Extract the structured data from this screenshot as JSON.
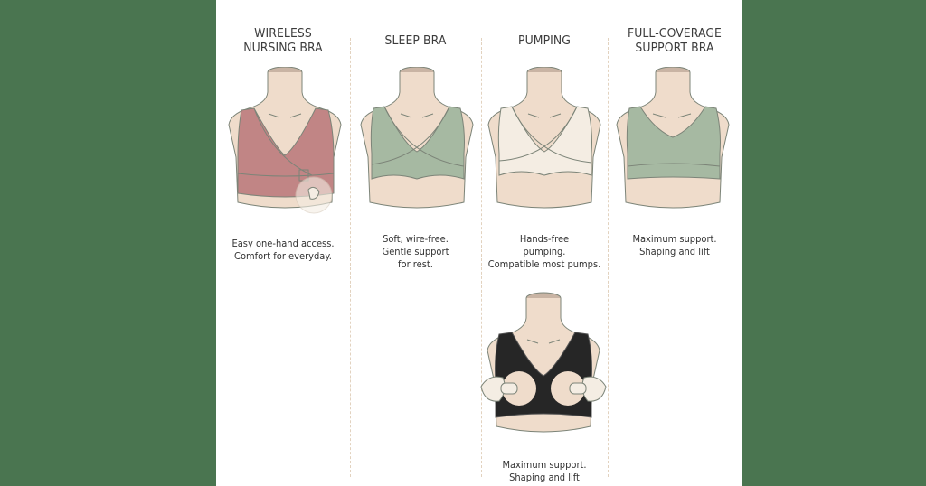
{
  "colors": {
    "background": "#4a7550",
    "panel": "#ffffff",
    "divider": "#e2d2bf",
    "skin": "#efdccb",
    "outline": "#7c8478",
    "rose": "#c18585",
    "sage": "#a6b9a2",
    "cream": "#f4ede3",
    "black": "#262626",
    "text": "#333333"
  },
  "columns": [
    {
      "id": "wireless-nursing",
      "title_lines": [
        "WIRELESS",
        "NURSING BRA"
      ],
      "description_lines": [
        "Easy one-hand access.",
        "Comfort for everyday."
      ],
      "illustration": "rose wrap nursing bra with front clasp and hand detail",
      "icon": "nursing-bra-icon"
    },
    {
      "id": "sleep",
      "title_lines": [
        "SLEEP BRA"
      ],
      "description_lines": [
        "Soft, wire-free.",
        "Gentle support",
        "for rest."
      ],
      "illustration": "sage green crossover sleep bra",
      "icon": "sleep-bra-icon"
    },
    {
      "id": "pumping",
      "title_lines": [
        "PUMPING"
      ],
      "description_lines": [
        "Hands-free",
        "pumping.",
        "Compatible most pumps."
      ],
      "illustration": "cream crossover pumping bra",
      "icon": "pumping-bra-icon",
      "secondary": {
        "description_lines": [
          "Maximum support.",
          "Shaping and lift"
        ],
        "illustration": "black pumping bra with breast pump flanges",
        "icon": "pumping-bra-flanges-icon"
      }
    },
    {
      "id": "full-coverage",
      "title_lines": [
        "FULL-COVERAGE",
        "SUPPORT BRA"
      ],
      "description_lines": [
        "Maximum support.",
        "Shaping and lift"
      ],
      "illustration": "sage green full-coverage support bra",
      "icon": "full-coverage-bra-icon"
    }
  ]
}
